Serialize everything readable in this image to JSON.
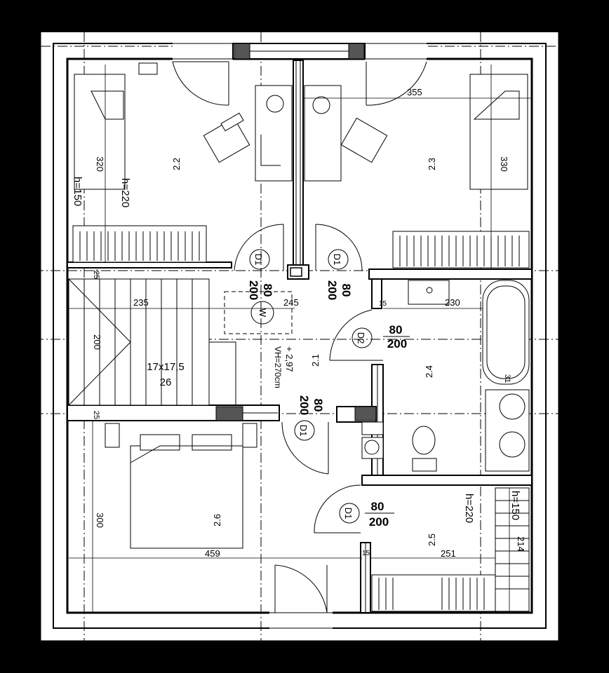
{
  "rooms": {
    "r22": "2.2",
    "r23": "2.3",
    "r21": "2.1",
    "r24": "2.4",
    "r25": "2.5",
    "r26": "2.6"
  },
  "dimensions": {
    "d355": "355",
    "d320": "320",
    "d330": "330",
    "d235": "235",
    "d245": "245",
    "d230": "230",
    "d200": "200",
    "d300": "300",
    "d459": "459",
    "d251": "251",
    "d214": "214",
    "d25a": "25",
    "d25b": "25",
    "d31": "31",
    "d15a": "15",
    "d15b": "15"
  },
  "heights": {
    "h150_left": "h=150",
    "h220_left": "h=220",
    "h220_right": "h=220",
    "h150_right": "h=150",
    "h_hall": "VH=270cm",
    "h_hall_val": "+ 2,97"
  },
  "stairs": {
    "steps": "17x17,5",
    "count": "26"
  },
  "doors": {
    "d1_a": {
      "code": "D1",
      "w": "80",
      "h": "200"
    },
    "d1_b": {
      "code": "D1",
      "w": "80",
      "h": "200"
    },
    "d2": {
      "code": "D2",
      "w": "80",
      "h": "200"
    },
    "d1_c": {
      "code": "D1",
      "w": "80",
      "h": "200"
    },
    "d1_d": {
      "code": "D1",
      "w": "80",
      "h": "200"
    }
  },
  "markers": {
    "w": "W"
  }
}
